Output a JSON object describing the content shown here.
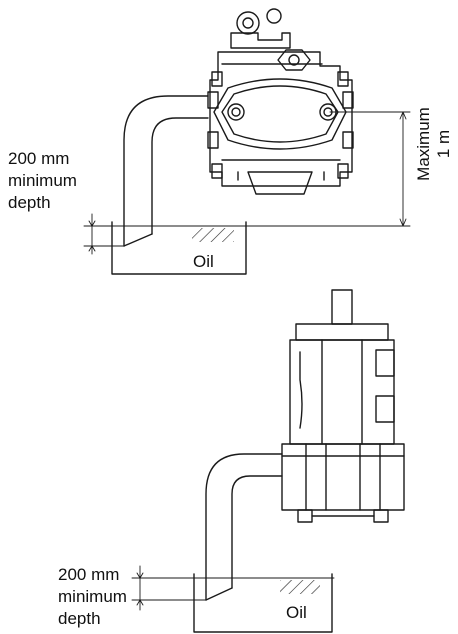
{
  "top_figure": {
    "depth_label": [
      "200 mm",
      "minimum",
      "depth"
    ],
    "tank_label": "Oil",
    "height_label": [
      "Maximum",
      "1 m"
    ]
  },
  "bottom_figure": {
    "depth_label": [
      "200 mm",
      "minimum",
      "depth"
    ],
    "tank_label": "Oil"
  }
}
